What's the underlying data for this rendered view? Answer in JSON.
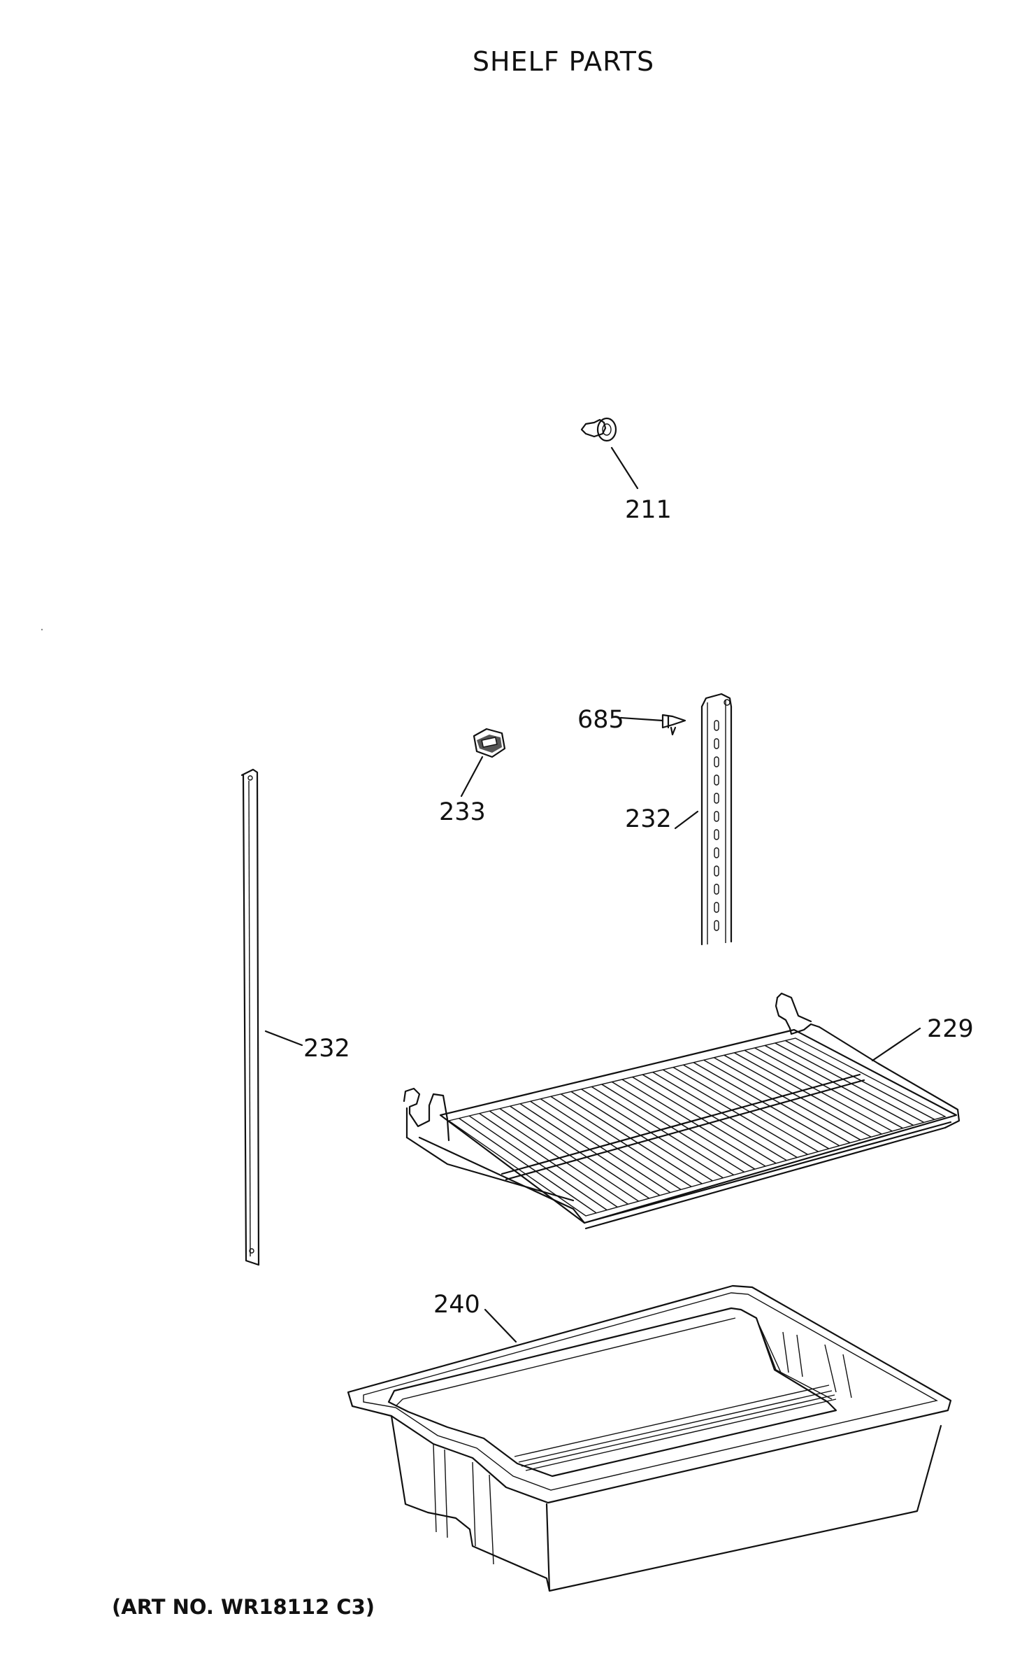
{
  "title": "SHELF PARTS",
  "art_number": "(ART NO. WR18112 C3)",
  "callouts": {
    "c211": "211",
    "c685": "685",
    "c233": "233",
    "c232_right": "232",
    "c232_left": "232",
    "c229": "229",
    "c240": "240"
  },
  "parts": {
    "p211": "shelf-stud",
    "p685": "screw",
    "p233": "shelf-clip",
    "p232": "shelf-ladder-rail",
    "p229": "wire-shelf",
    "p240": "pan-drawer"
  }
}
